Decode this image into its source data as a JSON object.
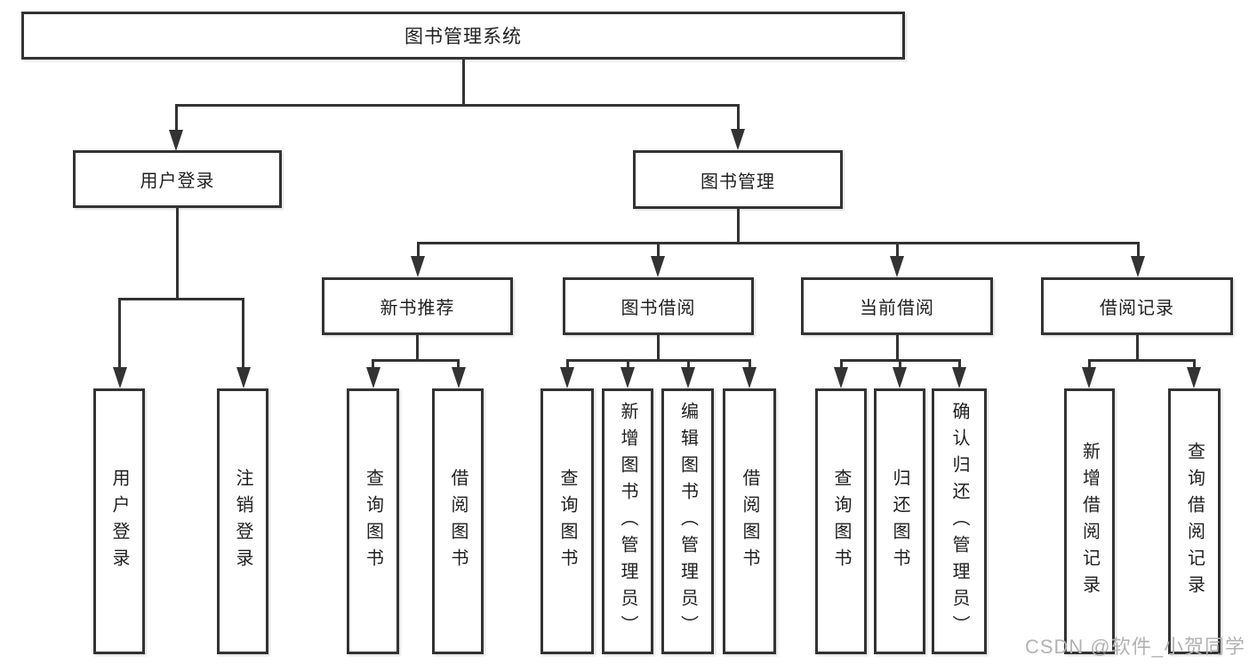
{
  "diagram": {
    "root": {
      "label": "图书管理系统"
    },
    "level2": [
      {
        "label": "用户登录",
        "children": [
          {
            "label": "用户登录"
          },
          {
            "label": "注销登录"
          }
        ]
      },
      {
        "label": "图书管理",
        "groups": [
          {
            "label": "新书推荐",
            "children": [
              {
                "label": "查询图书"
              },
              {
                "label": "借阅图书"
              }
            ]
          },
          {
            "label": "图书借阅",
            "children": [
              {
                "label": "查询图书"
              },
              {
                "label": "新增图书（管理员）"
              },
              {
                "label": "编辑图书（管理员）"
              },
              {
                "label": "借阅图书"
              }
            ]
          },
          {
            "label": "当前借阅",
            "children": [
              {
                "label": "查询图书"
              },
              {
                "label": "归还图书"
              },
              {
                "label": "确认归还（管理员）"
              }
            ]
          },
          {
            "label": "借阅记录",
            "children": [
              {
                "label": "新增借阅记录"
              },
              {
                "label": "查询借阅记录"
              }
            ]
          }
        ]
      }
    ]
  },
  "watermark": {
    "text": "CSDN @软件_小贺同学"
  },
  "colors": {
    "line": "#333333",
    "text": "#1f1f1f",
    "background": "#ffffff",
    "watermark": "#b3b3b3"
  }
}
